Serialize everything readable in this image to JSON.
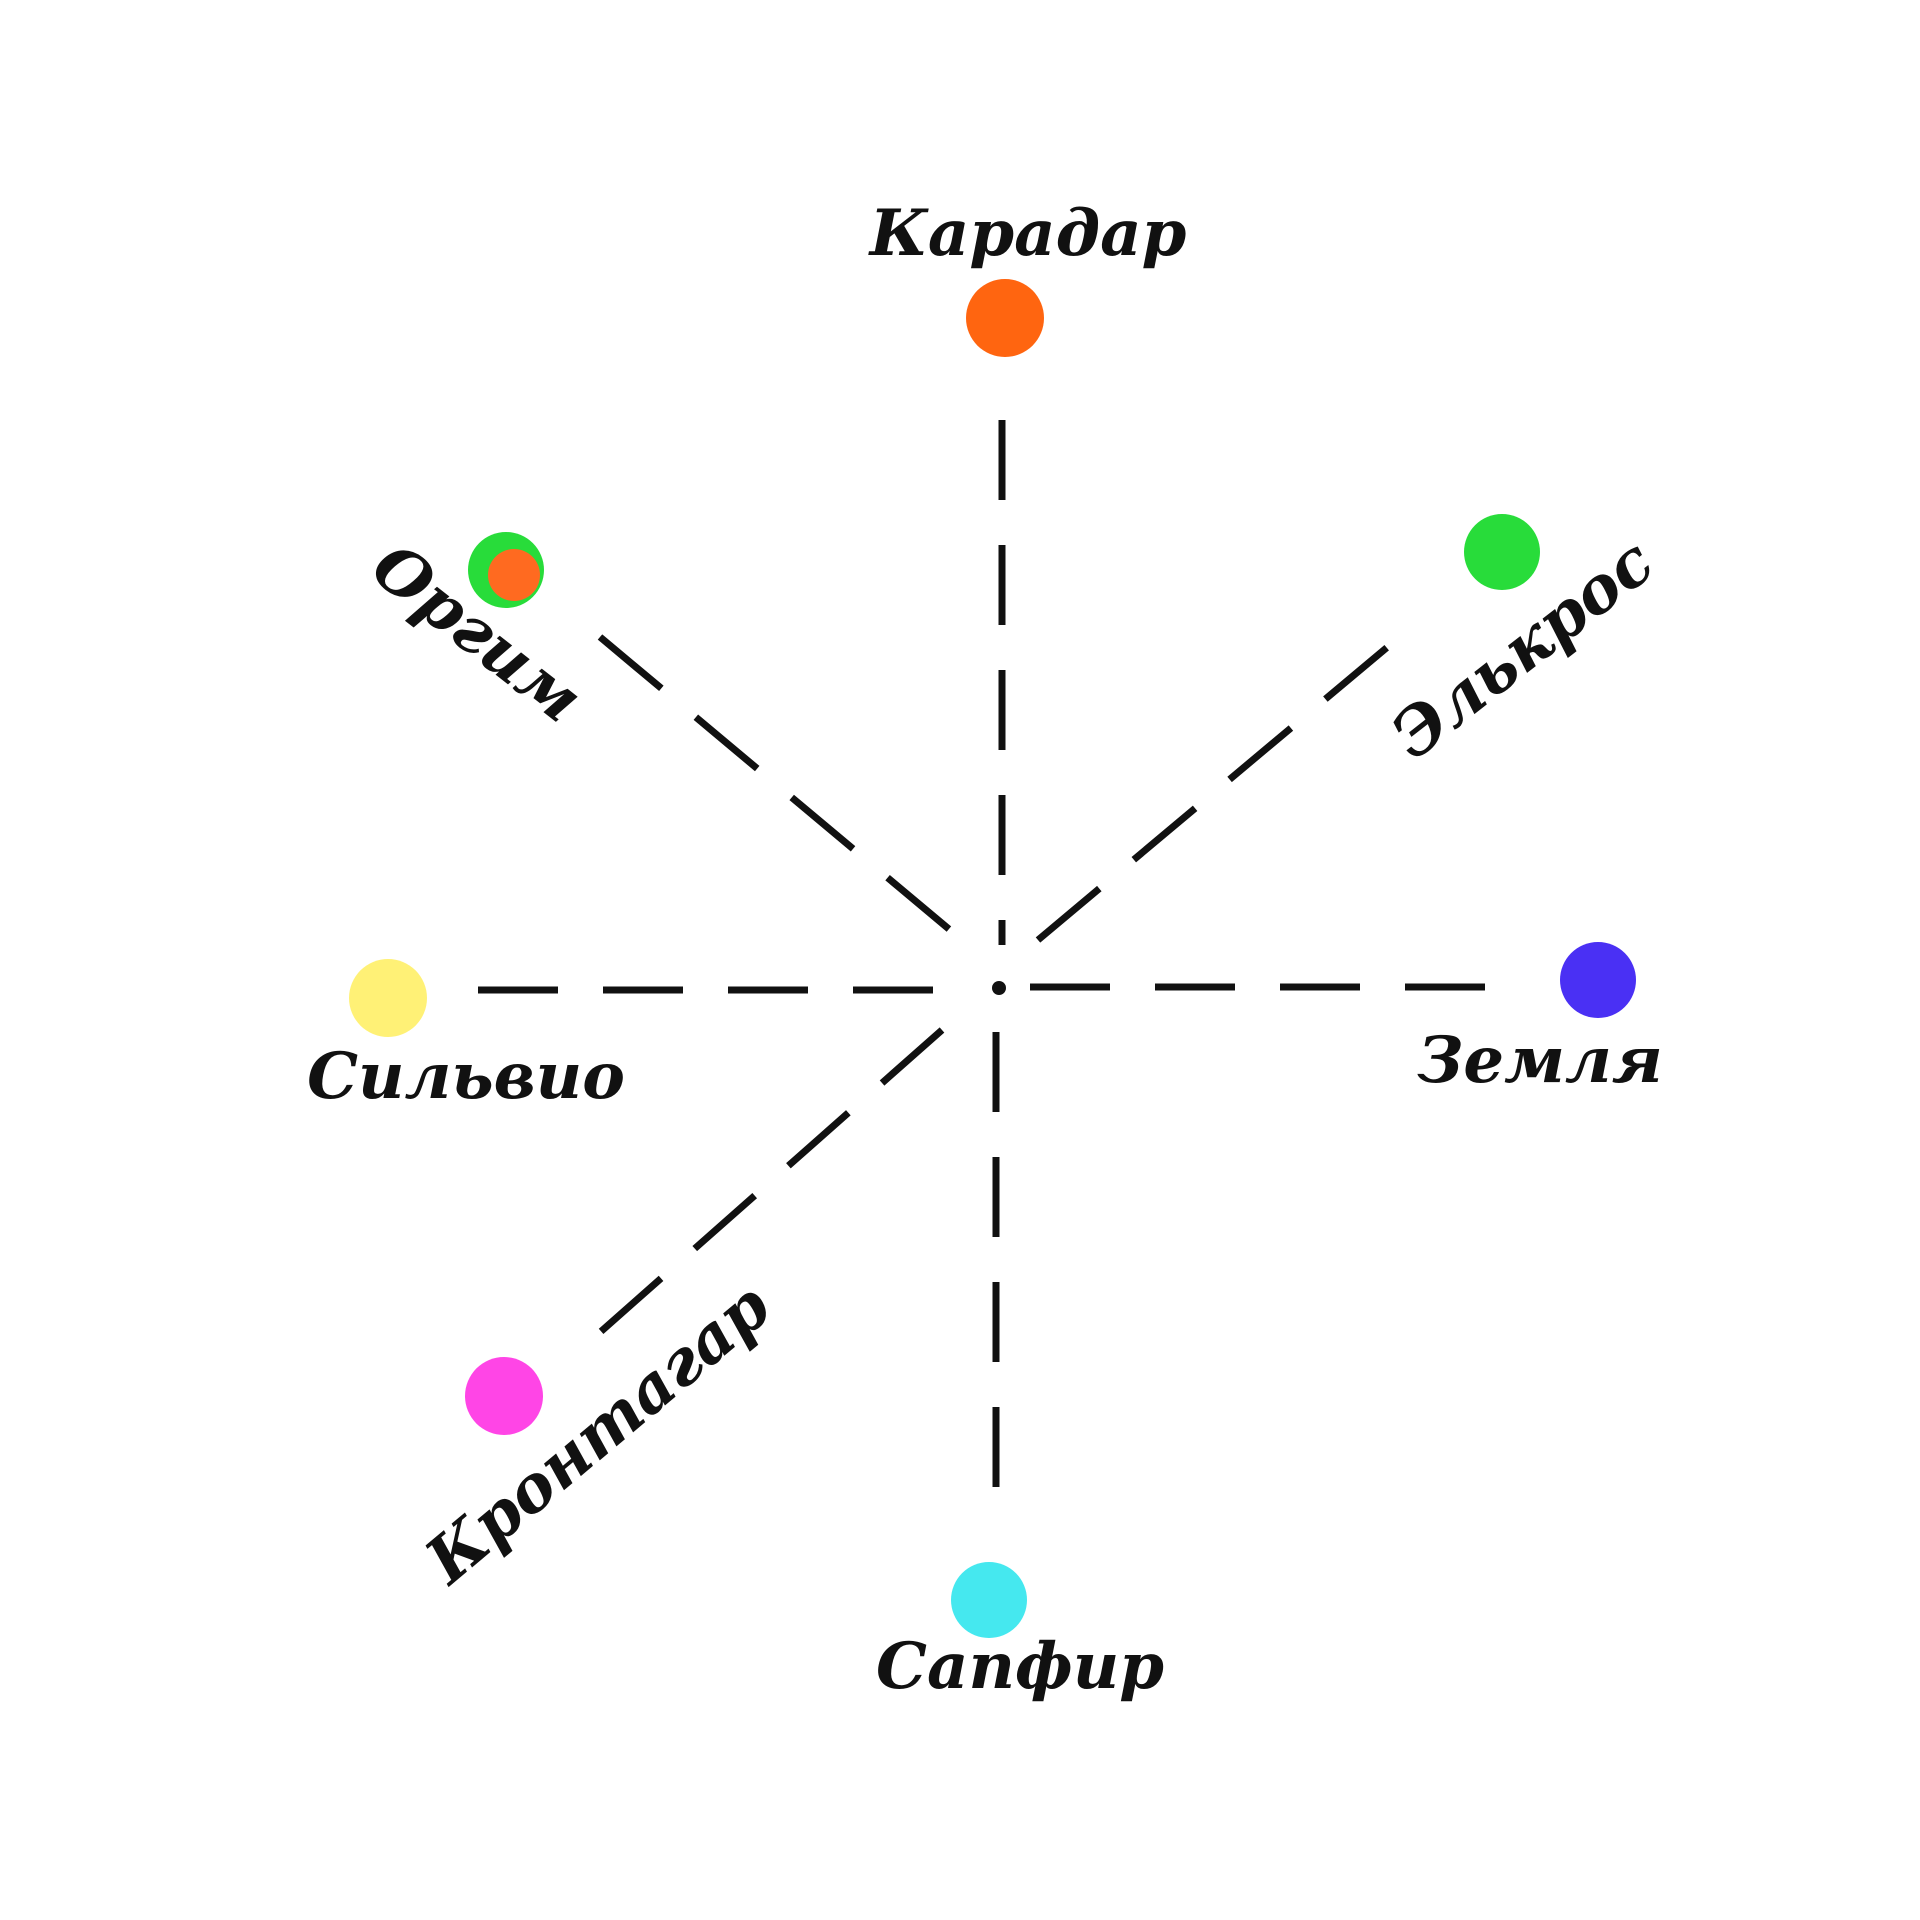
{
  "nodes": [
    {
      "id": "karadar",
      "label": "Карадар",
      "color": "#ff6510"
    },
    {
      "id": "elkros",
      "label": "Элькрос",
      "color": "#28dc3a"
    },
    {
      "id": "zemlya",
      "label": "Земля",
      "color": "#4a30f4"
    },
    {
      "id": "sapfir",
      "label": "Сапфир",
      "color": "#45e8ef"
    },
    {
      "id": "krontagar",
      "label": "Кронтагар",
      "color": "#ff45e6"
    },
    {
      "id": "silvio",
      "label": "Сильвио",
      "color": "#fff176"
    },
    {
      "id": "orgim",
      "label": "Оргим",
      "color": "#28dc3a",
      "inner_color": "#ff6a20"
    }
  ]
}
